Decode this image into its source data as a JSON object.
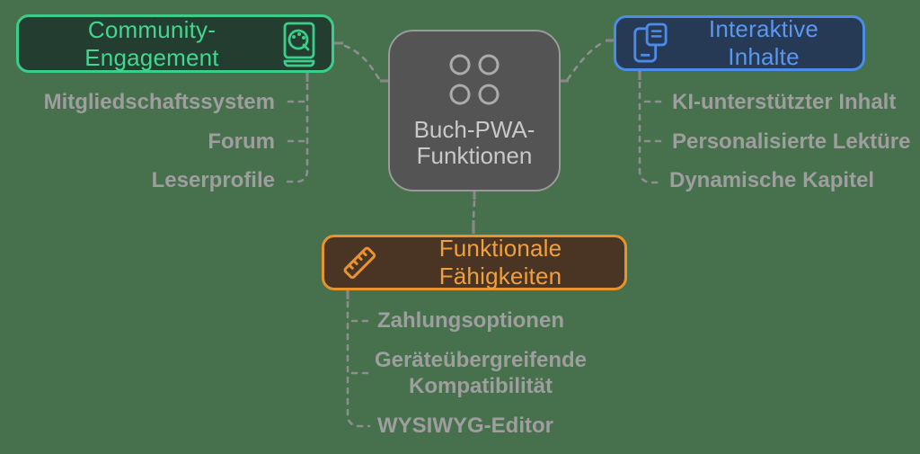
{
  "diagram_type": "mindmap",
  "background_color": "#47704d",
  "center": {
    "title": "Buch-PWA-Funktionen",
    "lines": [
      "Buch-PWA-",
      "Funktionen"
    ],
    "icon": "four-circles-icon",
    "fill": "#545454",
    "border": "#9a9a9a",
    "text_color": "#c9c9c9"
  },
  "branches": [
    {
      "label": "Community-Engagement",
      "icon": "book-palette-icon",
      "accent": "#3ccd8a",
      "text_color": "#43d68e",
      "fill": "#233e30",
      "items": [
        "Mitgliedschaftssystem",
        "Forum",
        "Leserprofile"
      ]
    },
    {
      "label": "Interaktive Inhalte",
      "icon": "mobile-content-icon",
      "accent": "#4c8ce8",
      "text_color": "#5b97ee",
      "fill": "#263a55",
      "items": [
        "KI-unterstützter Inhalt",
        "Personalisierte Lektüre",
        "Dynamische Kapitel"
      ]
    },
    {
      "label": "Funktionale Fähigkeiten",
      "icon": "ruler-icon",
      "accent": "#e9932e",
      "text_color": "#f0a13d",
      "fill": "#4a3524",
      "items": [
        "Zahlungsoptionen",
        "Geräteübergreifende Kompatibilität",
        "WYSIWYG-Editor"
      ]
    }
  ],
  "leaf_text_color": "#9e9e9e",
  "connector_color": "#8e8e8e"
}
